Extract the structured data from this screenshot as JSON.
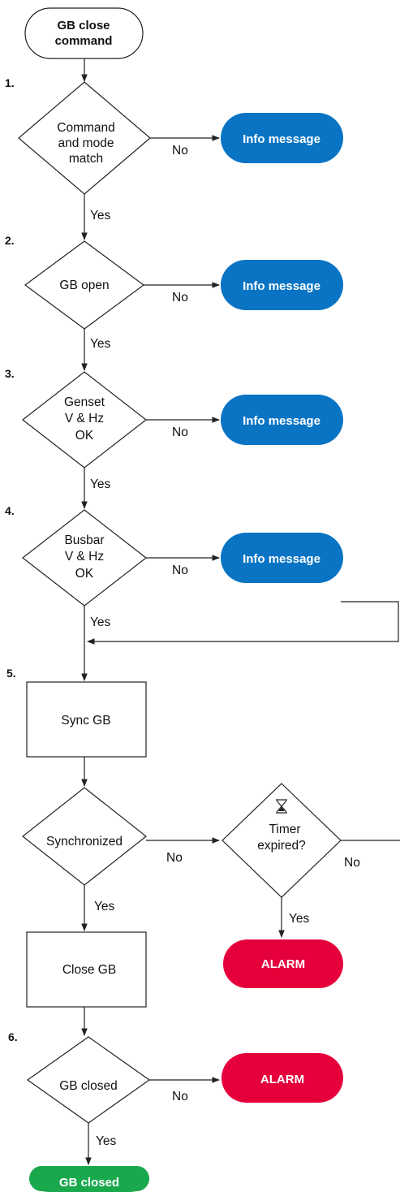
{
  "start": {
    "lines": [
      "GB close",
      "command"
    ]
  },
  "steps": [
    "1.",
    "2.",
    "3.",
    "4.",
    "5.",
    "6."
  ],
  "decisions": {
    "d1": [
      "Command",
      "and mode",
      "match"
    ],
    "d2": [
      "GB open"
    ],
    "d3": [
      "Genset",
      "V & Hz",
      "OK"
    ],
    "d4": [
      "Busbar",
      "V & Hz",
      "OK"
    ],
    "d5": [
      "Synchronized"
    ],
    "d6": [
      "Timer",
      "expired?"
    ],
    "d7": [
      "GB closed"
    ]
  },
  "processes": {
    "p1": "Sync GB",
    "p2": "Close GB"
  },
  "terminals": {
    "info1": "Info message",
    "info2": "Info message",
    "info3": "Info message",
    "info4": "Info message",
    "alarm1": "ALARM",
    "alarm2": "ALARM",
    "end": "GB closed"
  },
  "edge_labels": {
    "yes": "Yes",
    "no": "No"
  },
  "colors": {
    "info": "#0a74c4",
    "alarm": "#e5003c",
    "end": "#1aa84d",
    "line": "#222222"
  },
  "icons": {
    "timer": "hourglass-icon"
  }
}
